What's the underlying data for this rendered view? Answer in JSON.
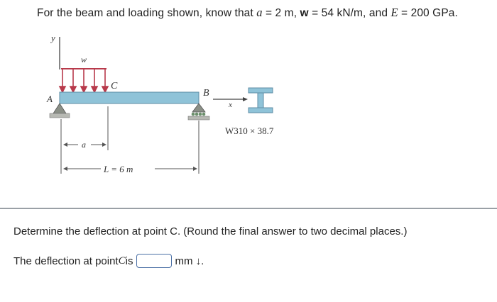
{
  "problem": {
    "statement_parts": [
      "For the beam and loading shown, know that ",
      "a",
      " = 2 m, ",
      "w",
      " = 54 kN/m, and ",
      "E",
      " = 200 GPa."
    ],
    "figure": {
      "y_label": "y",
      "w_label": "w",
      "c_label": "C",
      "a_point_label": "A",
      "b_label": "B",
      "x_label": "x",
      "section_label": "W310 × 38.7",
      "a_dim_label": "a",
      "l_dim_label": "L = 6 m"
    }
  },
  "question": {
    "text": "Determine the deflection at point C. (Round the final answer to two decimal places.)",
    "answer_prefix": "The deflection at point ",
    "answer_point": "C",
    "answer_is": " is",
    "answer_value": "",
    "answer_unit": "mm ↓."
  },
  "colors": {
    "beam": "#8fc3d8",
    "support": "#8a8f86",
    "divider": "#9aa0a6",
    "answer_border": "#4a6fa5"
  }
}
